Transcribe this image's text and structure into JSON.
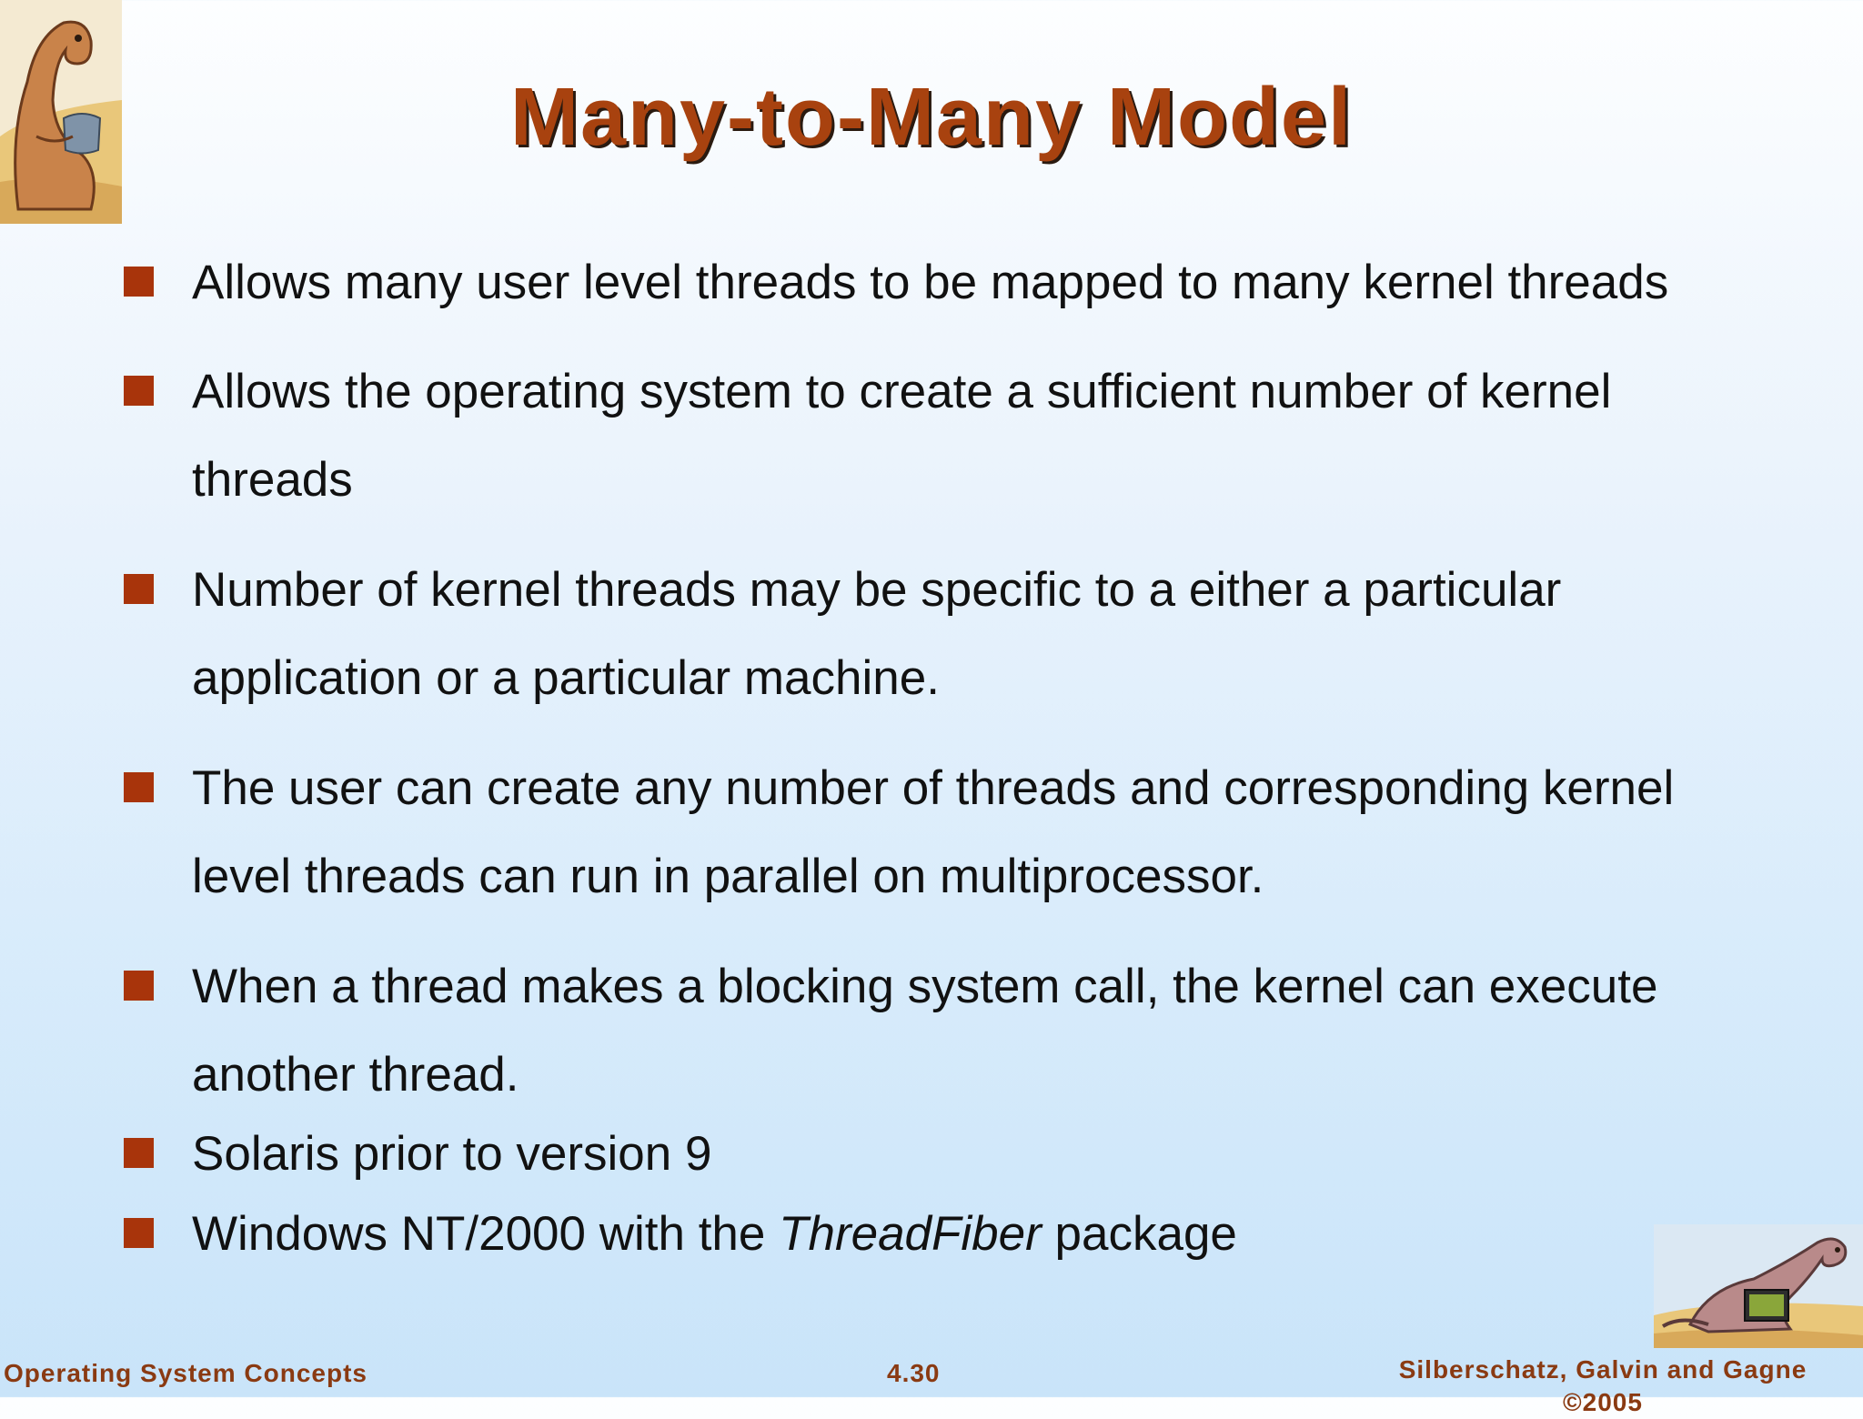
{
  "slide": {
    "title": "Many-to-Many Model",
    "bullets": [
      {
        "lines": [
          "Allows many user level threads to be mapped to many kernel threads"
        ]
      },
      {
        "lines": [
          "Allows the  operating system to create a sufficient number of kernel",
          "threads"
        ]
      },
      {
        "lines": [
          "Number of kernel threads may be specific to a either a particular",
          "application  or a particular machine."
        ]
      },
      {
        "lines": [
          "The user can create any number of threads and corresponding kernel",
          "level threads can run in parallel on multiprocessor."
        ]
      },
      {
        "lines": [
          "When a thread makes a blocking system call, the kernel can execute",
          "another thread."
        ]
      },
      {
        "lines": [
          "Solaris prior to version 9"
        ]
      },
      {
        "before": "Windows NT/2000 with the ",
        "emphasis": "ThreadFiber",
        "after": " package"
      }
    ]
  },
  "footer": {
    "left": "Operating System Concepts",
    "center": "4.30",
    "right_line1": "Silberschatz, Galvin and Gagne",
    "right_line2": "©2005"
  },
  "colors": {
    "title": "#a8420f",
    "bullet": "#a8340b",
    "footer": "#8a3a12",
    "text": "#111111"
  },
  "icons": {
    "top_left": "dinosaur-reading-icon",
    "bottom_right": "dinosaur-laptop-icon"
  }
}
